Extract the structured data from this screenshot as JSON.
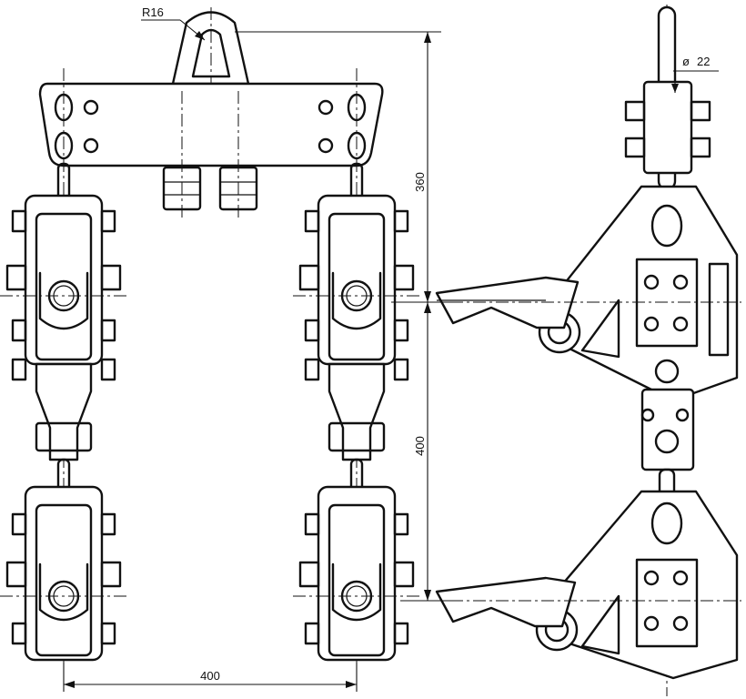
{
  "dimensions": {
    "radius": "R16",
    "diameter_symbol": "ø",
    "diameter_value": "22",
    "vertical_upper": "360",
    "vertical_lower": "400",
    "horizontal": "400"
  }
}
